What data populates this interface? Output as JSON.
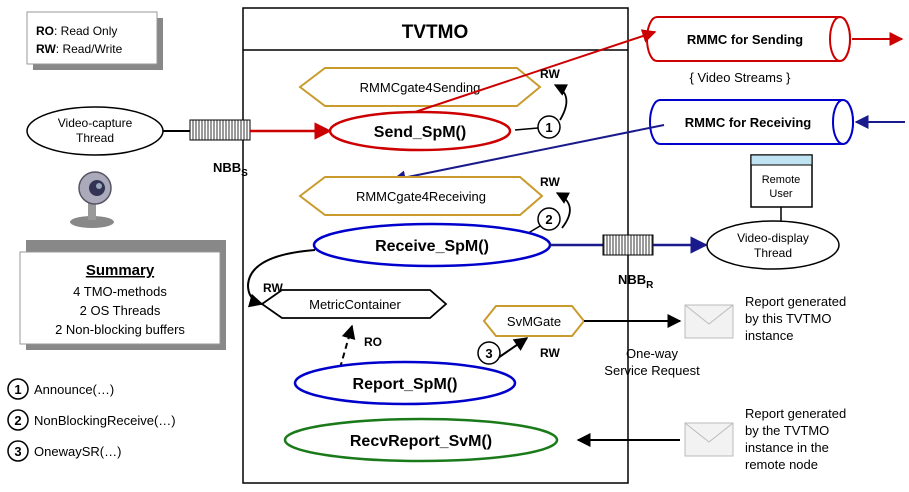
{
  "legend_ro_rw": {
    "ro_key": "RO",
    "ro_text": ": Read Only",
    "rw_key": "RW",
    "rw_text": ": Read/Write"
  },
  "main_title": "TVTMO",
  "channels": {
    "sending": "RMMC for Sending",
    "receiving": "RMMC for Receiving",
    "streams": "{ Video Streams }"
  },
  "gates": {
    "send": "RMMCgate4Sending",
    "recv": "RMMCgate4Receiving",
    "metric": "MetricContainer",
    "svm": "SvMGate"
  },
  "methods": {
    "send": "Send_SpM()",
    "receive": "Receive_SpM()",
    "report": "Report_SpM()",
    "recv_report": "RecvReport_SvM()"
  },
  "threads": {
    "capture_line1": "Video-capture",
    "capture_line2": "Thread",
    "display_line1": "Video-display",
    "display_line2": "Thread"
  },
  "buffers": {
    "nbb": "NBB",
    "sub_s": "S",
    "sub_r": "R"
  },
  "access": {
    "rw": "RW",
    "ro": "RO"
  },
  "steps": {
    "n1": "1",
    "n2": "2",
    "n3": "3"
  },
  "remote_user": {
    "line1": "Remote",
    "line2": "User"
  },
  "oneway": {
    "line1": "One-way",
    "line2": "Service Request"
  },
  "summary": {
    "title": "Summary",
    "line1": "4 TMO-methods",
    "line2": "2 OS Threads",
    "line3": "2 Non-blocking buffers"
  },
  "api_legend": [
    {
      "num": "1",
      "label": "Announce(…)"
    },
    {
      "num": "2",
      "label": "NonBlockingReceive(…)"
    },
    {
      "num": "3",
      "label": "OnewaySR(…)"
    }
  ],
  "reports": {
    "local_line1": "Report generated",
    "local_line2": "by this TVTMO",
    "local_line3": "instance",
    "remote_line1": "Report generated",
    "remote_line2": "by the TVTMO",
    "remote_line3": "instance in the",
    "remote_line4": "remote node"
  },
  "colors": {
    "red": "#cc0000",
    "blue": "#0000cc",
    "gold": "#c89b2c",
    "green": "#1a7a1a",
    "navy": "#1a1a8c"
  }
}
